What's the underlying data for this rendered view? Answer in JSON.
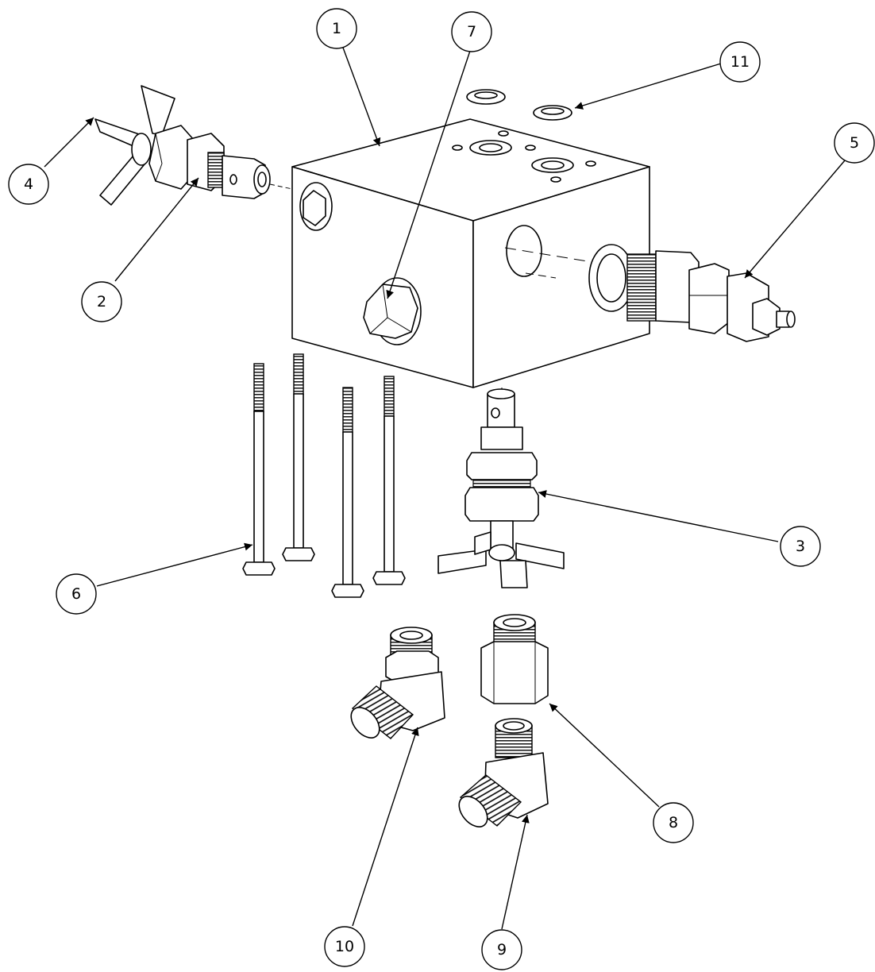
{
  "diagram": {
    "type": "exploded-assembly",
    "balloons": [
      {
        "id": "b1",
        "label": "1"
      },
      {
        "id": "b2",
        "label": "2"
      },
      {
        "id": "b3",
        "label": "3"
      },
      {
        "id": "b4",
        "label": "4"
      },
      {
        "id": "b5",
        "label": "5"
      },
      {
        "id": "b6",
        "label": "6"
      },
      {
        "id": "b7",
        "label": "7"
      },
      {
        "id": "b8",
        "label": "8"
      },
      {
        "id": "b9",
        "label": "9"
      },
      {
        "id": "b10",
        "label": "10"
      },
      {
        "id": "b11",
        "label": "11"
      }
    ]
  }
}
